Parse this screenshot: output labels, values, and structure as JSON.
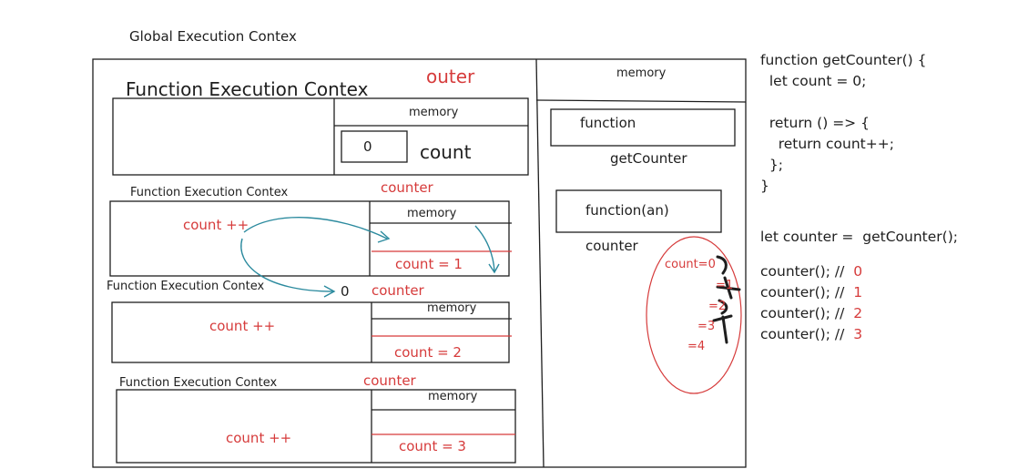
{
  "global_title": "Global Execution Contex",
  "outer": {
    "title": "Function Execution Contex",
    "tag": "outer",
    "memory_label": "memory",
    "memory_value": "0",
    "memory_var": "count"
  },
  "calls": [
    {
      "title": "Function Execution Contex",
      "tag": "counter",
      "code": "count ++",
      "memory_label": "memory",
      "memory_value": "count = 1"
    },
    {
      "title": "Function Execution Contex",
      "tag": "counter",
      "code": "count ++",
      "memory_label": "memory",
      "memory_value": "count = 2"
    },
    {
      "title": "Function Execution Contex",
      "tag": "counter",
      "code": "count ++",
      "memory_label": "memory",
      "memory_value": "count = 3"
    }
  ],
  "return_value": "0",
  "global_memory": {
    "label": "memory",
    "entries": [
      {
        "value": "function",
        "name": "getCounter"
      },
      {
        "value": "function(an)",
        "name": "counter"
      }
    ],
    "count_history": [
      "count=0",
      "=1",
      "=2",
      "=3",
      "=4"
    ]
  },
  "code": {
    "lines": [
      "function getCounter() {",
      "  let count = 0;",
      "",
      "  return () => {",
      "    return count++;",
      "  };",
      "}",
      "",
      "let counter =  getCounter();",
      ""
    ],
    "calls": [
      {
        "text": "counter(); //",
        "result": "0"
      },
      {
        "text": "counter(); //",
        "result": "1"
      },
      {
        "text": "counter(); //",
        "result": "2"
      },
      {
        "text": "counter(); //",
        "result": "3"
      }
    ]
  }
}
